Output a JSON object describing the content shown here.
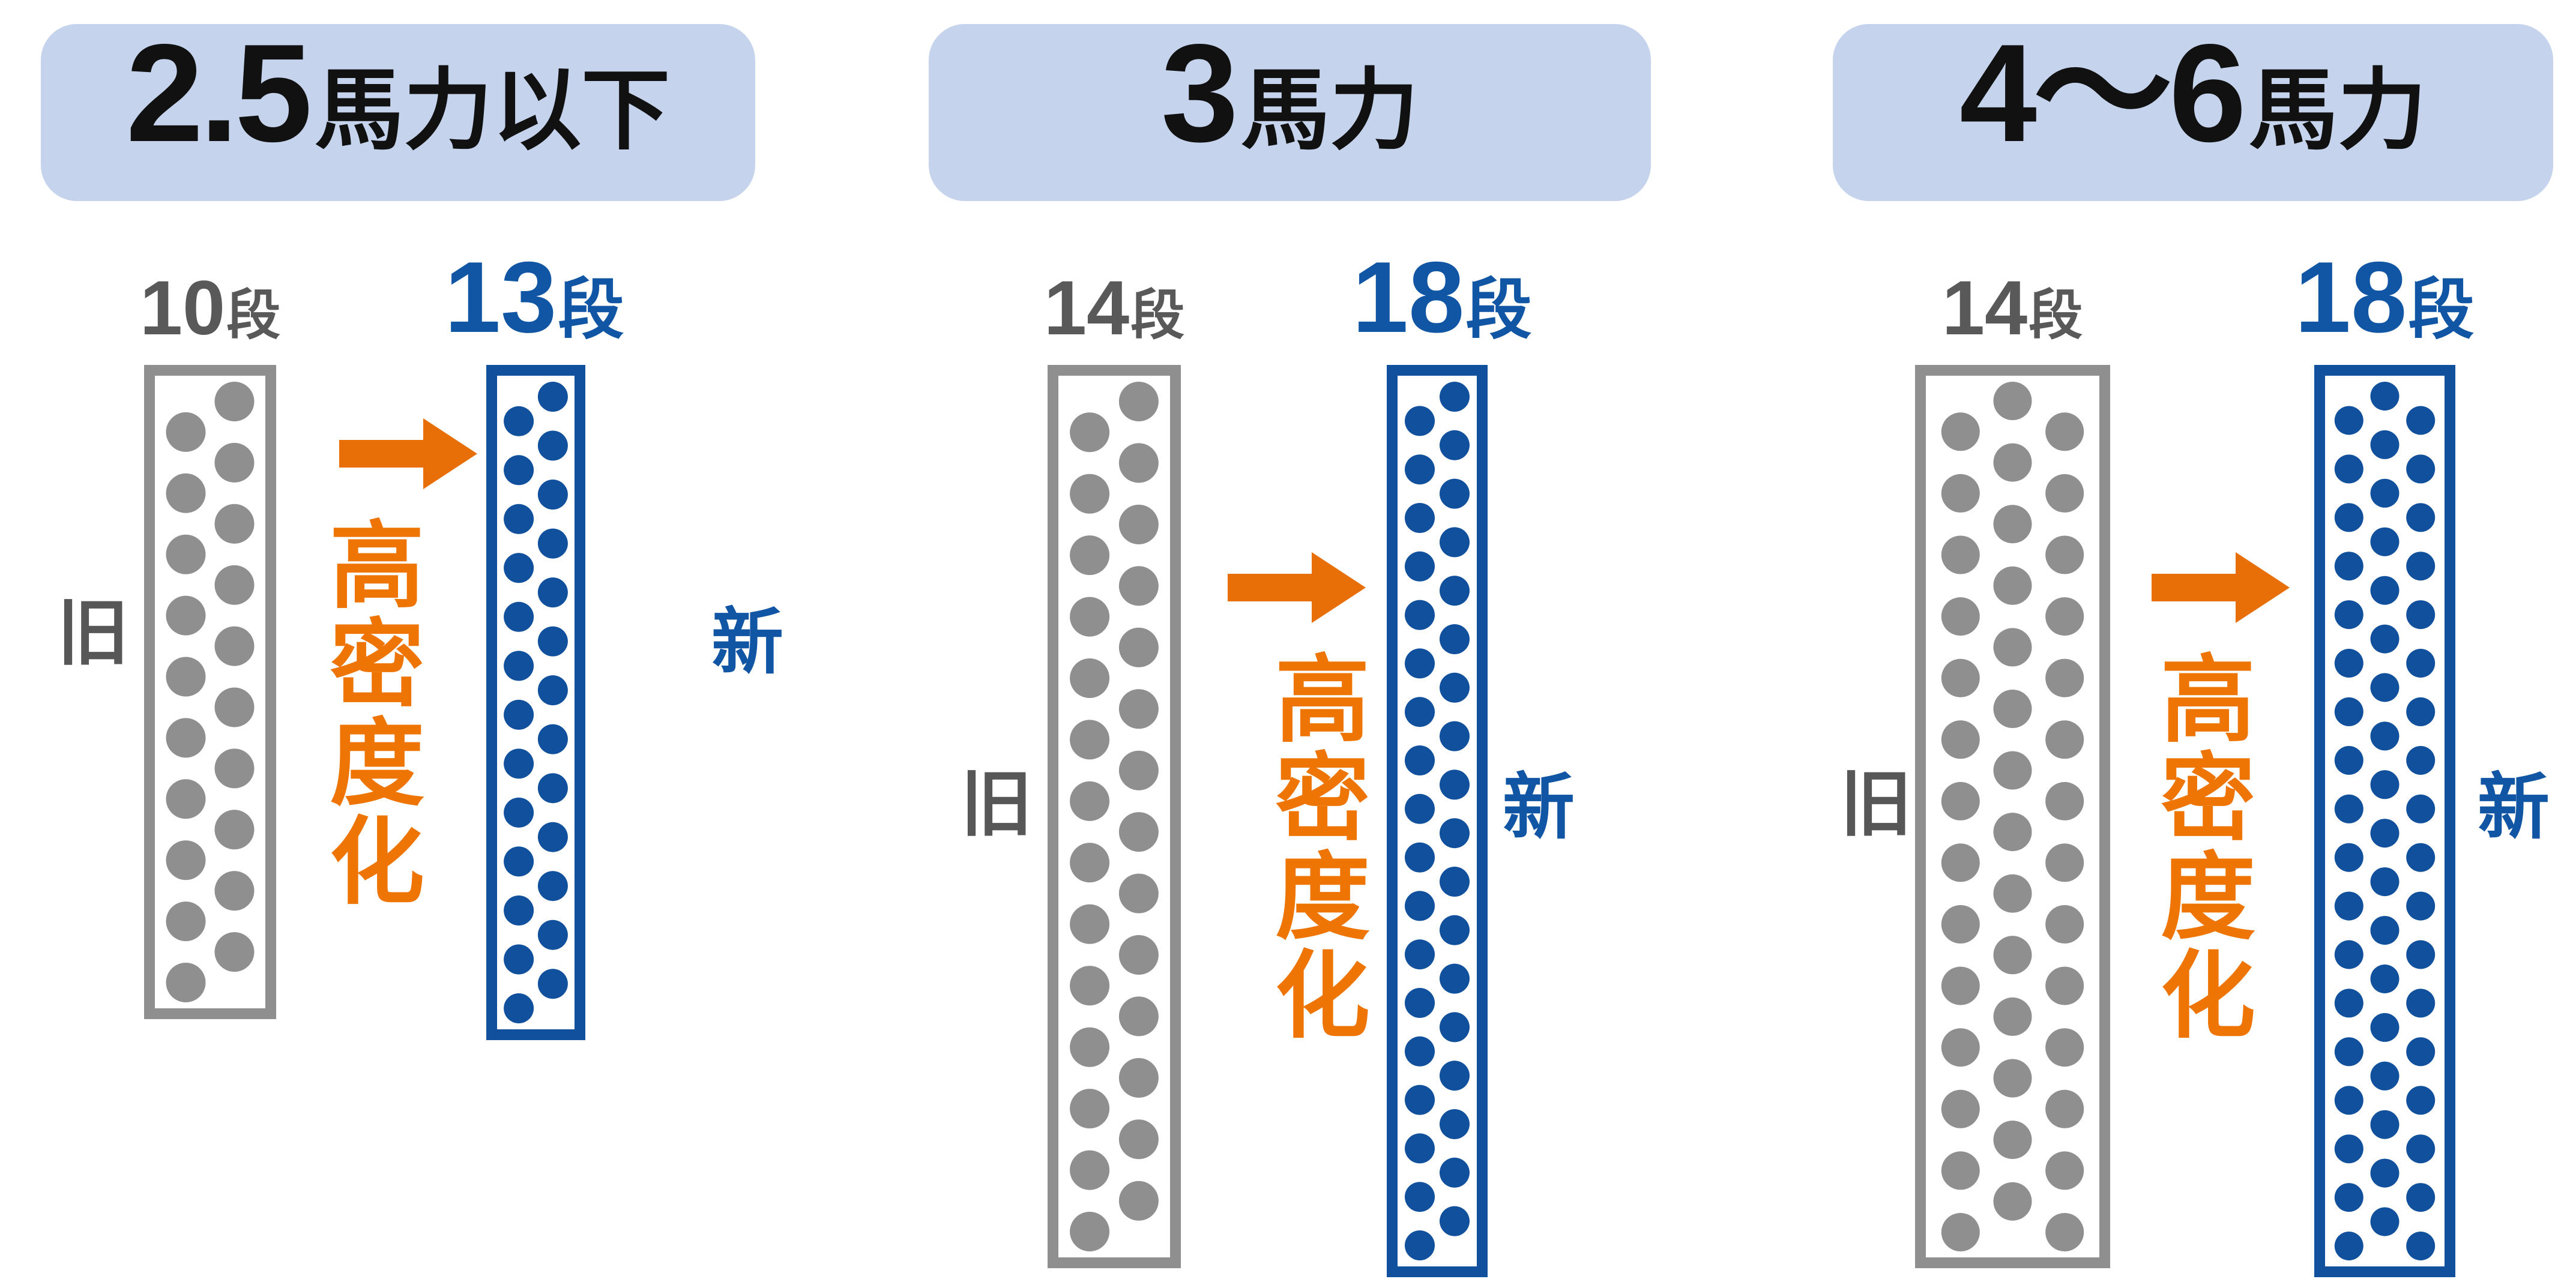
{
  "title_note": "heat-exchanger densification comparison",
  "colors": {
    "badge_bg": "#c5d3ed",
    "badge_text": "#111111",
    "old_gray": "#8f8f8f",
    "old_text": "#595959",
    "old_side_text": "#575757",
    "new_blue": "#10509d",
    "new_text": "#1155a5",
    "arrow_orange": "#e86f08",
    "orange_text": "#ee7504"
  },
  "panels": [
    {
      "badge": {
        "number": "2.5",
        "suffix": "馬力以下"
      },
      "old": {
        "stage_number": "10",
        "stage_unit": "段",
        "side_label": "旧",
        "columns": 2,
        "per_column": 10
      },
      "new": {
        "stage_number": "13",
        "stage_unit": "段",
        "side_label": "新",
        "columns": 2,
        "per_column": 13
      },
      "arrow_label": "高密度化"
    },
    {
      "badge": {
        "number": "3",
        "suffix": "馬力"
      },
      "old": {
        "stage_number": "14",
        "stage_unit": "段",
        "side_label": "旧",
        "columns": 2,
        "per_column": 14
      },
      "new": {
        "stage_number": "18",
        "stage_unit": "段",
        "side_label": "新",
        "columns": 2,
        "per_column": 18
      },
      "arrow_label": "高密度化"
    },
    {
      "badge": {
        "number": "4〜6",
        "suffix": "馬力"
      },
      "old": {
        "stage_number": "14",
        "stage_unit": "段",
        "side_label": "旧",
        "columns": 3,
        "per_column": 14
      },
      "new": {
        "stage_number": "18",
        "stage_unit": "段",
        "side_label": "新",
        "columns": 3,
        "per_column": 18
      },
      "arrow_label": "高密度化"
    }
  ]
}
